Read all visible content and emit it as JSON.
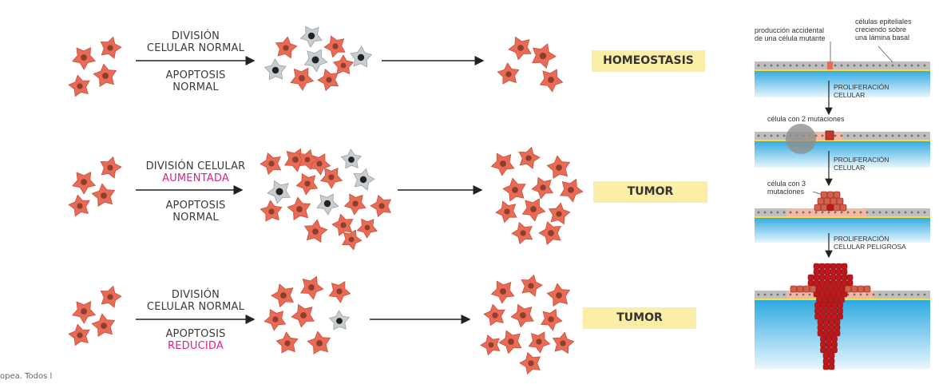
{
  "rows": [
    {
      "top_lines": [
        "DIVISIÓN",
        "CELULAR NORMAL"
      ],
      "bottom_lines": [
        "APOPTOSIS",
        "NORMAL"
      ],
      "result": "HOMEOSTASIS"
    },
    {
      "top_lines": [
        "DIVISIÓN CELULAR",
        "AUMENTADA"
      ],
      "bottom_lines": [
        "APOPTOSIS",
        "NORMAL"
      ],
      "result": "TUMOR"
    },
    {
      "top_lines": [
        "DIVISIÓN",
        "CELULAR NORMAL"
      ],
      "bottom_lines": [
        "APOPTOSIS",
        "REDUCIDA"
      ],
      "result": "TUMOR"
    }
  ],
  "progression": {
    "label_accidental": [
      "producción accidental",
      "de una célula mutante"
    ],
    "label_epithelial": [
      "células epiteliales",
      "creciendo sobre",
      "una lámina basal"
    ],
    "step1": [
      "PROLIFERACIÓN",
      "CELULAR"
    ],
    "label_2mut": "célula con 2 mutaciones",
    "step2": [
      "PROLIFERACIÓN",
      "CELULAR"
    ],
    "label_3mut": [
      "célula con 3",
      "mutaciones"
    ],
    "step3": [
      "PROLIFERACIÓN",
      "CELULAR PELIGROSA"
    ]
  },
  "credit": "opea. Todos l",
  "colors": {
    "cell": "#e96b55",
    "nucleus": "#8b3f2e",
    "apoptotic": "#c9cdd0",
    "result_box": "#fbeea6",
    "highlight": "#e0218a",
    "tumor": "#c0161d"
  }
}
